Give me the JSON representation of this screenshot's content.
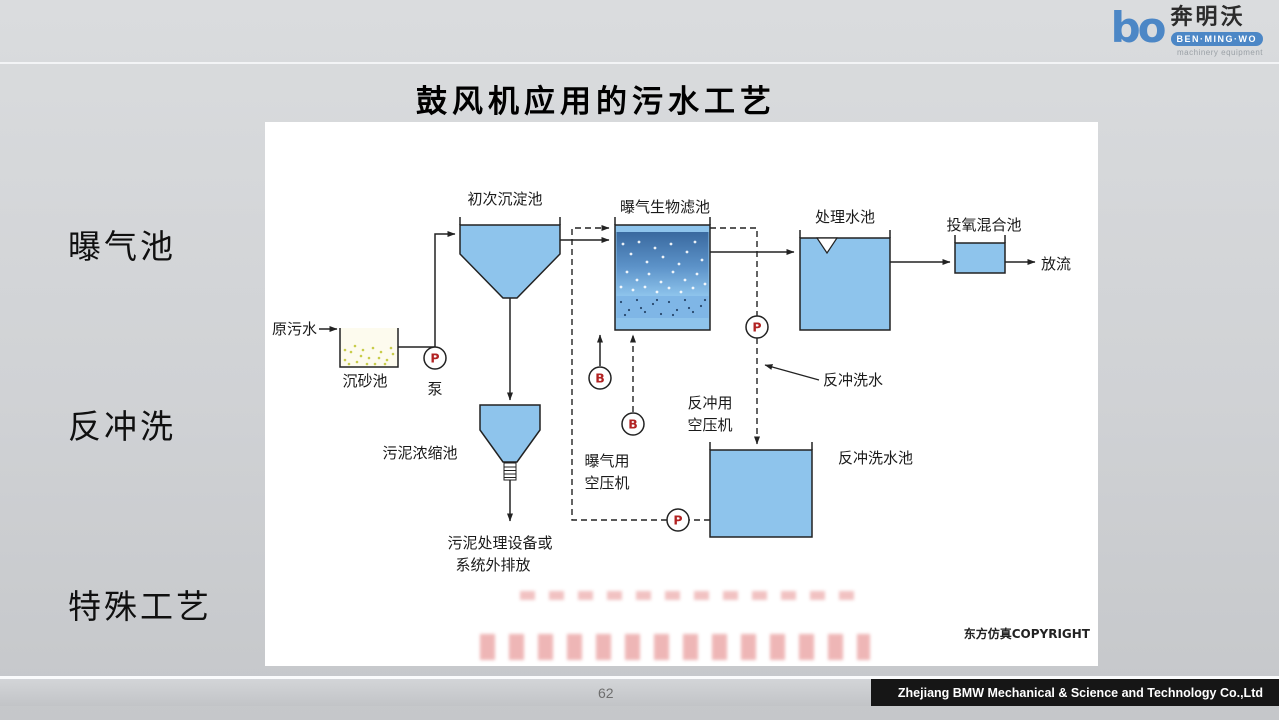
{
  "logo": {
    "mark": "bo",
    "name": "奔明沃",
    "badge": "BEN·MING·WO",
    "tagline": "machinery equipment"
  },
  "title": "鼓风机应用的污水工艺",
  "side_labels": [
    {
      "label": "曝气池"
    },
    {
      "label": "反冲洗"
    },
    {
      "label": "特殊工艺"
    }
  ],
  "diagram": {
    "labels": {
      "primary_sedimentation": "初次沉淀池",
      "aerated_biofilter": "曝气生物滤池",
      "treated_water_tank": "处理水池",
      "oxygen_mixing_tank": "投氧混合池",
      "discharge": "放流",
      "raw_sewage": "原污水",
      "grit_chamber": "沉砂池",
      "pump": "泵",
      "sludge_thickener": "污泥浓缩池",
      "sludge_disposal_line1": "污泥处理设备或",
      "sludge_disposal_line2": "系统外排放",
      "aeration_compressor_line1": "曝气用",
      "aeration_compressor_line2": "空压机",
      "backwash_compressor_line1": "反冲用",
      "backwash_compressor_line2": "空压机",
      "backwash_water": "反冲洗水",
      "backwash_tank": "反冲洗水池",
      "copyright": "东方仿真COPYRIGHT"
    },
    "symbols": {
      "pump": "P",
      "blower": "B"
    },
    "colors": {
      "tank_fill": "#8ec4ec",
      "line": "#222222",
      "symbol_letter": "#b22222"
    }
  },
  "footer": {
    "page_number": "62",
    "company": "Zhejiang BMW Mechanical & Science and Technology Co.,Ltd"
  }
}
